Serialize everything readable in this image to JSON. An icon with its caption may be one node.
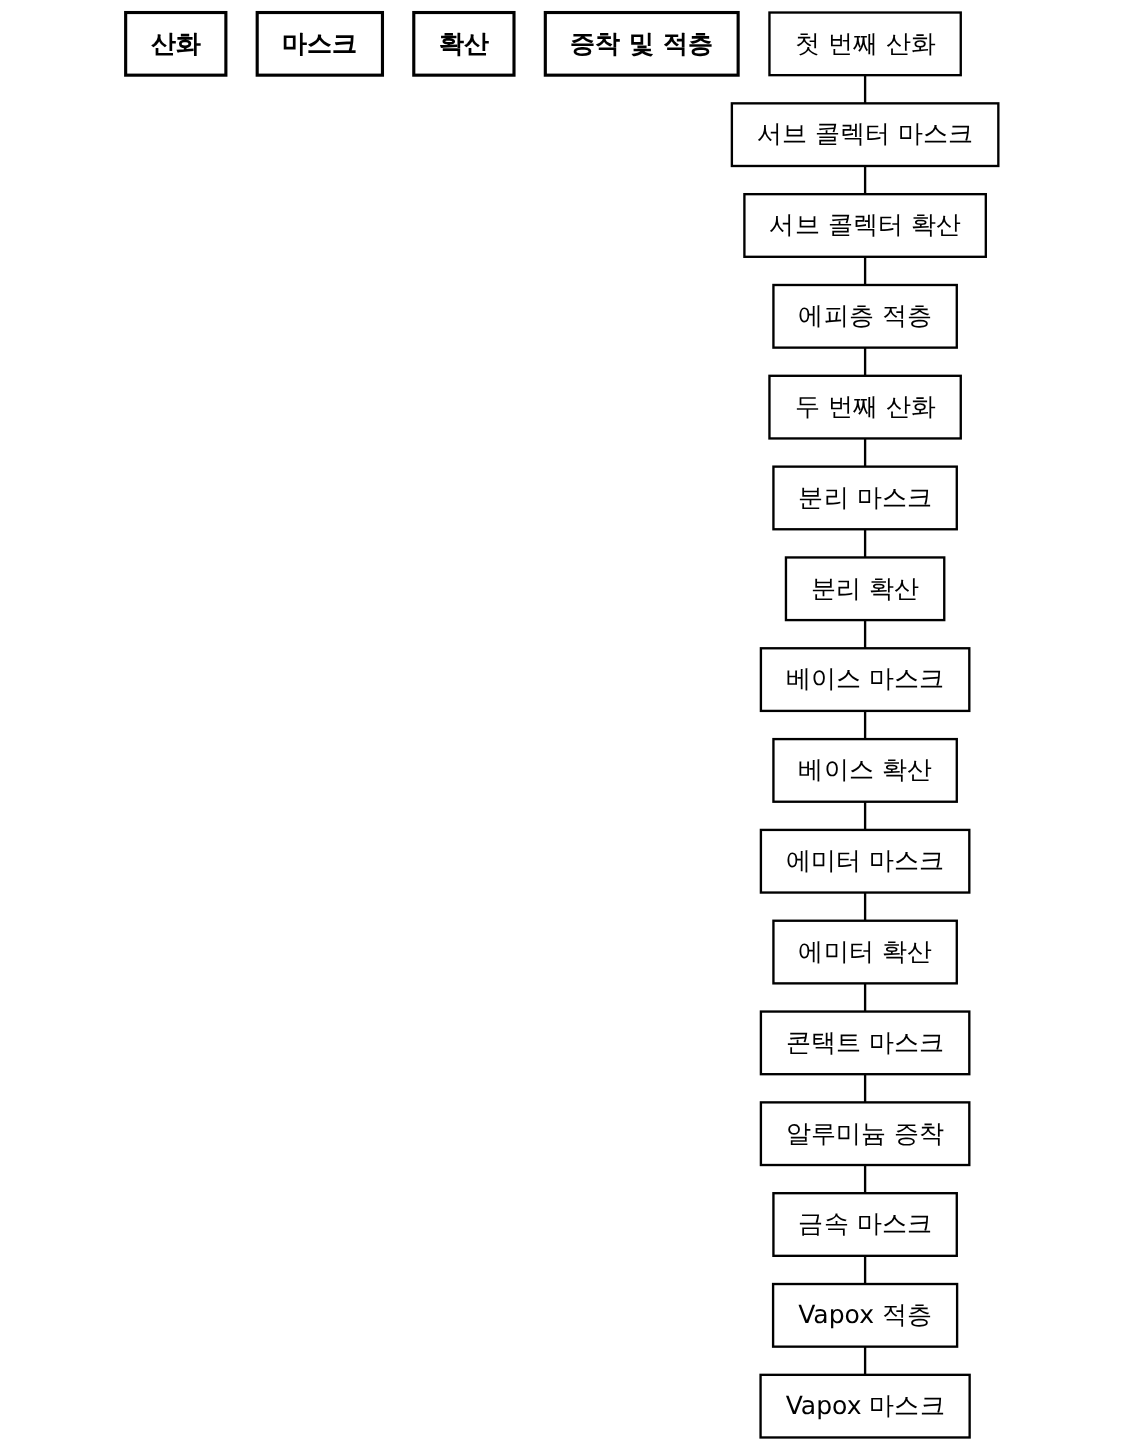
{
  "diagram": {
    "nodes": [
      {
        "text": [
          "산화"
        ]
      },
      {
        "text": [
          "마스크"
        ]
      },
      {
        "text": [
          "확산"
        ]
      },
      {
        "text": [
          "증착 및 적층"
        ]
      },
      {
        "text": [
          "첫 번째 산화"
        ]
      },
      {
        "text": [
          "서브 콜렉터 마스크"
        ]
      },
      {
        "text": [
          "서브 콜렉터 확산"
        ]
      },
      {
        "text": [
          "에피층 적층"
        ]
      },
      {
        "text": [
          "두 번째 산화"
        ]
      },
      {
        "text": [
          "분리 마스크"
        ]
      },
      {
        "text": [
          "분리 확산"
        ]
      },
      {
        "text": [
          "베이스 마스크"
        ]
      },
      {
        "text": [
          "베이스 확산"
        ]
      },
      {
        "text": [
          "에미터 마스크"
        ]
      },
      {
        "text": [
          "에미터 확산"
        ]
      },
      {
        "text": [
          "콘택트 마스크"
        ]
      },
      {
        "text": [
          "알루미늄 증착"
        ]
      },
      {
        "text": [
          "금속 마스크"
        ]
      },
      {
        "text": [
          "Vapox 적층"
        ]
      },
      {
        "text": [
          "Vapox 마스크"
        ]
      }
    ],
    "edges": [
      {
        "from": 4,
        "to": 5,
        "arrow": "none"
      },
      {
        "from": 5,
        "to": 6,
        "arrow": "none"
      },
      {
        "from": 6,
        "to": 7,
        "arrow": "none"
      },
      {
        "from": 7,
        "to": 8,
        "arrow": "none"
      },
      {
        "from": 8,
        "to": 9,
        "arrow": "none"
      },
      {
        "from": 9,
        "to": 10,
        "arrow": "none"
      },
      {
        "from": 10,
        "to": 11,
        "arrow": "none"
      },
      {
        "from": 11,
        "to": 12,
        "arrow": "none"
      },
      {
        "from": 12,
        "to": 13,
        "arrow": "none"
      },
      {
        "from": 13,
        "to": 14,
        "arrow": "none"
      },
      {
        "from": 14,
        "to": 15,
        "arrow": "none"
      },
      {
        "from": 15,
        "to": 16,
        "arrow": "none"
      },
      {
        "from": 16,
        "to": 17,
        "arrow": "none"
      },
      {
        "from": 17,
        "to": 18,
        "arrow": "none"
      },
      {
        "from": 18,
        "to": 19,
        "arrow": "none"
      }
    ]
  }
}
